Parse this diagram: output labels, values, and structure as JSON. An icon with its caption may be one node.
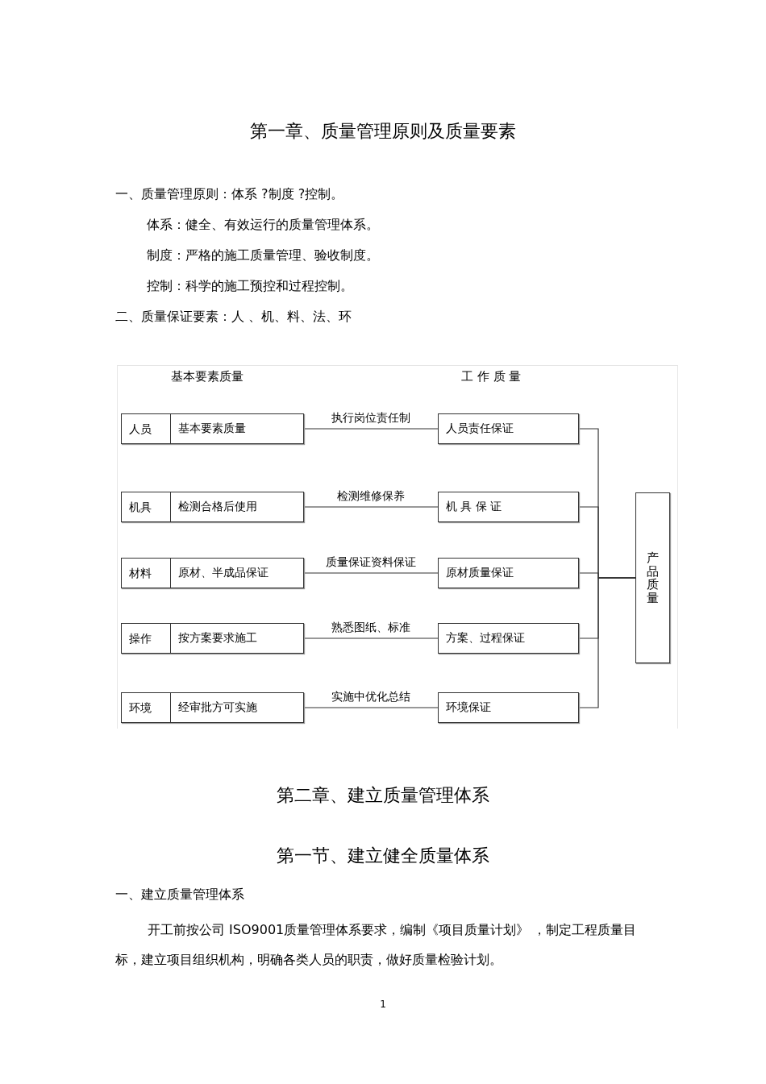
{
  "diagram": {
    "title": "第一章、质量管理原则及质量要素",
    "nodes": [
      {
        "text": [
          "人员",
          "基本要素质量"
        ]
      },
      {
        "text": [
          "机具",
          "检测合格后使用"
        ]
      },
      {
        "text": [
          "材料",
          "原材、半成品保证"
        ]
      },
      {
        "text": [
          "操作",
          "按方案要求施工"
        ]
      },
      {
        "text": [
          "环境",
          "经审批方可实施"
        ]
      },
      {
        "text": [
          "人员责任保证"
        ]
      },
      {
        "text": [
          "机 具 保 证"
        ]
      },
      {
        "text": [
          "原材质量保证"
        ]
      },
      {
        "text": [
          "方案、过程保证"
        ]
      },
      {
        "text": [
          "环境保证"
        ]
      },
      {
        "text": [
          "产品质量"
        ]
      }
    ],
    "edges": [
      {
        "from": 0,
        "to": 5,
        "arrow": "none",
        "label": "执行岗位责任制"
      },
      {
        "from": 1,
        "to": 6,
        "arrow": "none",
        "label": "检测维修保养"
      },
      {
        "from": 2,
        "to": 7,
        "arrow": "none",
        "label": "质量保证资料保证"
      },
      {
        "from": 3,
        "to": 8,
        "arrow": "none",
        "label": "熟悉图纸、标准"
      },
      {
        "from": 4,
        "to": 9,
        "arrow": "none",
        "label": "实施中优化总结"
      },
      {
        "from": 5,
        "to": 10,
        "arrow": "none"
      },
      {
        "from": 6,
        "to": 10,
        "arrow": "none"
      },
      {
        "from": 7,
        "to": 10,
        "arrow": "none"
      },
      {
        "from": 8,
        "to": 10,
        "arrow": "none"
      },
      {
        "from": 9,
        "to": 10,
        "arrow": "none"
      }
    ],
    "labels": [
      "一、质量管理原则：体系 ?制度 ?控制。",
      "体系：健全、有效运行的质量管理体系。",
      "制度：严格的施工质量管理、验收制度。",
      "控制：科学的施工预控和过程控制。",
      "二、质量保证要素：人 、机、料、法、环",
      "基本要素质量",
      "工 作 质 量",
      "第二章、建立质量管理体系",
      "第一节、建立健全质量体系",
      "一、建立质量管理体系",
      "开工前按公司 ISO9001质量管理体系要求，编制《项目质量计划》 ，制定工程质量目标，建立项目组织机构，明确各类人员的职责，做好质量检验计划。",
      "1"
    ]
  }
}
